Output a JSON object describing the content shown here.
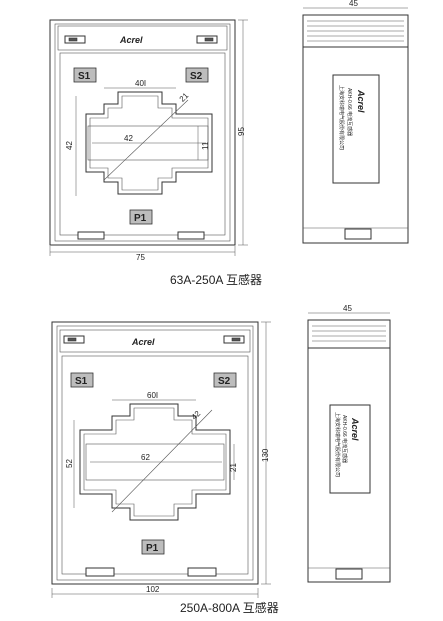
{
  "top_model": {
    "caption": "63A-250A 互感器",
    "brand": "Acrel",
    "terminals": {
      "s1": "S1",
      "s2": "S2",
      "p1": "P1"
    },
    "dims": {
      "width": "75",
      "height": "95",
      "depth": "45",
      "window_width": "42",
      "window_height": "42",
      "window_slot": "11",
      "window_top": "40I",
      "diameter": "21"
    },
    "label": {
      "model": "AKH-0.66 电流互感器",
      "maker": "上海安科瑞电气股份有限公司",
      "brand": "Acrel"
    }
  },
  "bottom_model": {
    "caption": "250A-800A 互感器",
    "brand": "Acrel",
    "terminals": {
      "s1": "S1",
      "s2": "S2",
      "p1": "P1"
    },
    "dims": {
      "width": "102",
      "height": "130",
      "depth": "45",
      "window_width": "62",
      "window_height": "52",
      "window_slot": "21",
      "window_top": "60I",
      "diameter": "42"
    },
    "label": {
      "model": "AKH-0.66 电流互感器",
      "maker": "上海安科瑞电气股份有限公司",
      "brand": "Acrel"
    }
  },
  "colors": {
    "line": "#333333",
    "panel_gray": "#bdbdbd",
    "background": "#ffffff"
  }
}
